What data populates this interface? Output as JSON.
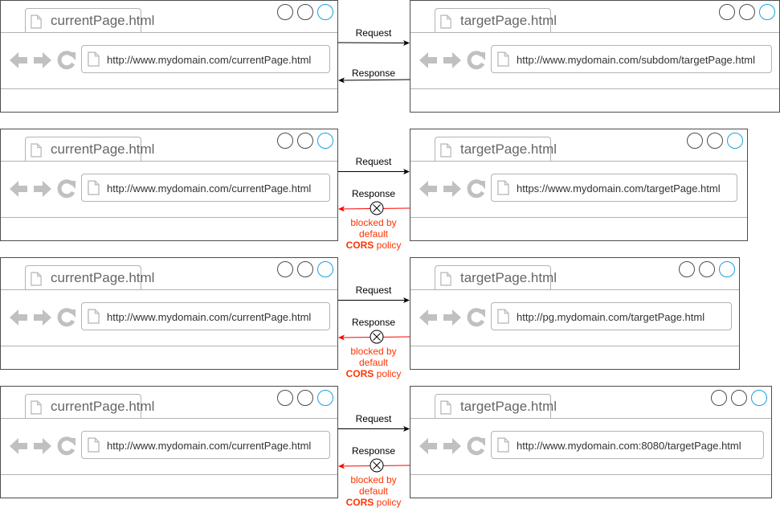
{
  "rows": [
    {
      "left": {
        "tab_title": "currentPage.html",
        "url": "http://www.mydomain.com/currentPage.html"
      },
      "right": {
        "tab_title": "targetPage.html",
        "url": "http://www.mydomain.com/subdom/targetPage.html"
      },
      "request_label": "Request",
      "response_label": "Response",
      "blocked": false
    },
    {
      "left": {
        "tab_title": "currentPage.html",
        "url": "http://www.mydomain.com/currentPage.html"
      },
      "right": {
        "tab_title": "targetPage.html",
        "url": "https://www.mydomain.com/targetPage.html"
      },
      "request_label": "Request",
      "response_label": "Response",
      "blocked": true,
      "blocked_line1": "blocked by",
      "blocked_line2": "default",
      "blocked_cors": "CORS",
      "blocked_policy": "policy"
    },
    {
      "left": {
        "tab_title": "currentPage.html",
        "url": "http://www.mydomain.com/currentPage.html"
      },
      "right": {
        "tab_title": "targetPage.html",
        "url": "http://pg.mydomain.com/targetPage.html"
      },
      "request_label": "Request",
      "response_label": "Response",
      "blocked": true,
      "blocked_line1": "blocked by",
      "blocked_line2": "default",
      "blocked_cors": "CORS",
      "blocked_policy": "policy"
    },
    {
      "left": {
        "tab_title": "currentPage.html",
        "url": "http://www.mydomain.com/currentPage.html"
      },
      "right": {
        "tab_title": "targetPage.html",
        "url": "http://www.mydomain.com:8080/targetPage.html"
      },
      "request_label": "Request",
      "response_label": "Response",
      "blocked": true,
      "blocked_line1": "blocked by",
      "blocked_line2": "default",
      "blocked_cors": "CORS",
      "blocked_policy": "policy"
    }
  ],
  "colors": {
    "blocked_text": "#ff3300",
    "blocked_arrow": "#ff0000",
    "border": "#4d4d4d",
    "icon_gray": "#c0c0c0",
    "active_control": "#1ba1e2"
  },
  "icons": [
    "page-icon",
    "back-arrow-icon",
    "forward-arrow-icon",
    "reload-icon",
    "blocked-x-icon"
  ]
}
